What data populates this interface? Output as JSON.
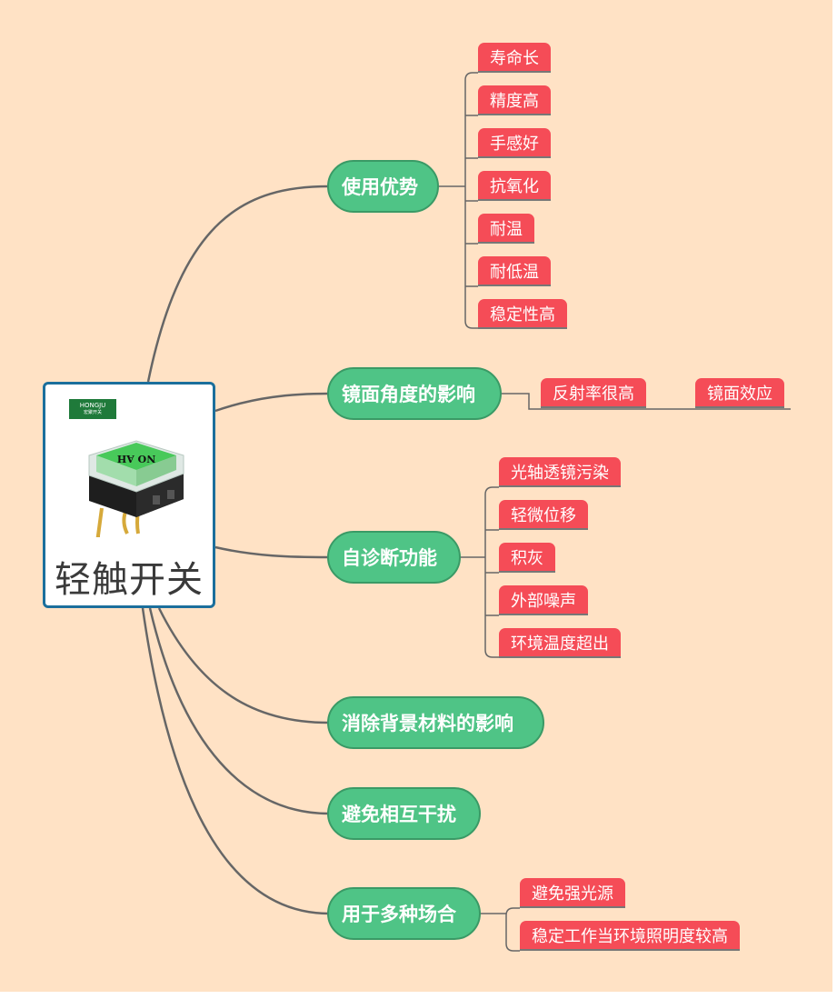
{
  "root": {
    "title": "轻触开关",
    "brand": "HONGJU",
    "brand_sub": "宏聚开关",
    "product_label": "NO AH"
  },
  "branches": [
    {
      "id": "b1",
      "label": "使用优势",
      "leaves": [
        "寿命长",
        "精度高",
        "手感好",
        "抗氧化",
        "耐温",
        "耐低温",
        "稳定性高"
      ]
    },
    {
      "id": "b2",
      "label": "镜面角度的影响",
      "leaves": [
        "反射率很高",
        "镜面效应"
      ]
    },
    {
      "id": "b3",
      "label": "自诊断功能",
      "leaves": [
        "光轴透镜污染",
        "轻微位移",
        "积灰",
        "外部噪声",
        "环境温度超出"
      ]
    },
    {
      "id": "b4",
      "label": "消除背景材料的影响",
      "leaves": []
    },
    {
      "id": "b5",
      "label": "避免相互干扰",
      "leaves": []
    },
    {
      "id": "b6",
      "label": "用于多种场合",
      "leaves": [
        "避免强光源",
        "稳定工作当环境照明度较高"
      ]
    }
  ],
  "colors": {
    "background": "#ffe2c5",
    "branch": "#4fc486",
    "leaf": "#f54c57",
    "root_border": "#1b6f9c",
    "line": "#666666"
  }
}
